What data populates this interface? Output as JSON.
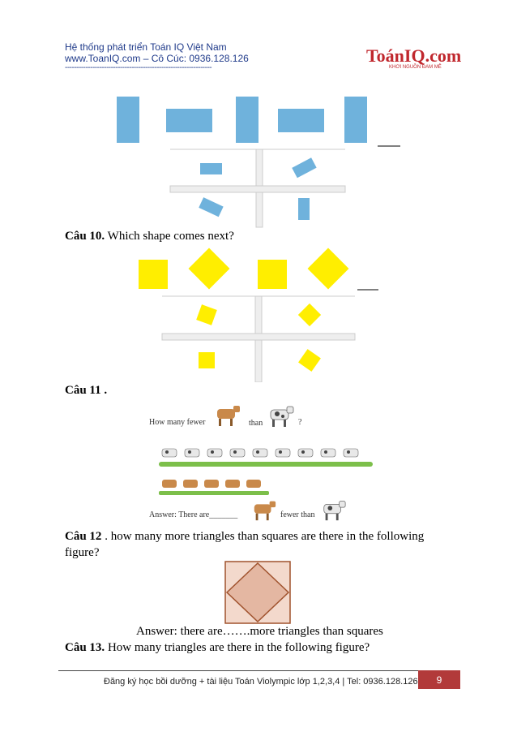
{
  "header": {
    "line1": "Hệ thống phát triển Toán IQ Việt Nam",
    "line2": "www.ToanIQ.com – Cô Cúc: 0936.128.126",
    "line3": "----------------------------------------------------------------",
    "logo_main": "ToánIQ.com",
    "logo_sub": "KHƠI NGUỒN ĐAM MÊ"
  },
  "q10": {
    "label": "Câu 10.",
    "text": " Which shape comes next?"
  },
  "q11": {
    "label": "Câu 11 .",
    "prompt_left": "How many fewer",
    "prompt_mid": "than",
    "prompt_end": "?",
    "answer_left": "Answer: There are_______",
    "answer_right": "fewer than"
  },
  "q12": {
    "label": "Câu 12",
    "text": " . how many more triangles than squares are there in the following",
    "text2": "figure?",
    "answer": "Answer: there are…….more triangles than squares"
  },
  "q13": {
    "label": "Câu  13.",
    "text": "  How many triangles are there in the following figure?"
  },
  "footer": {
    "text": "Đăng ký học bồi dưỡng + tài liệu Toán Violympic lớp 1,2,3,4 | Tel: 0936.128.126",
    "page": "9"
  },
  "colors": {
    "blue_shape": "#6fb2dc",
    "yellow_shape": "#ffee00",
    "header_blue": "#1f3a8a",
    "accent_red": "#b23a3a"
  }
}
